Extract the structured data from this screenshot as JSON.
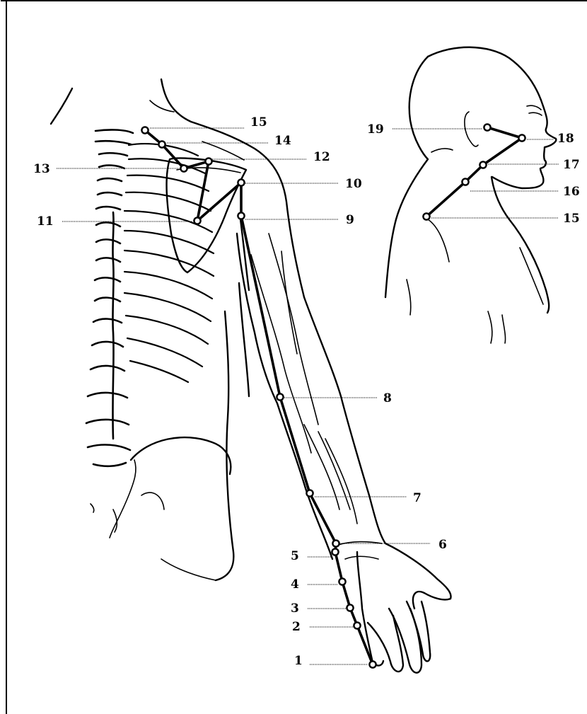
{
  "diagram": {
    "points": [
      {
        "label": "1"
      },
      {
        "label": "2"
      },
      {
        "label": "3"
      },
      {
        "label": "4"
      },
      {
        "label": "5"
      },
      {
        "label": "6"
      },
      {
        "label": "7"
      },
      {
        "label": "8"
      },
      {
        "label": "9"
      },
      {
        "label": "10"
      },
      {
        "label": "11"
      },
      {
        "label": "12"
      },
      {
        "label": "13"
      },
      {
        "label": "14"
      },
      {
        "label": "15"
      },
      {
        "label": "15"
      },
      {
        "label": "16"
      },
      {
        "label": "17"
      },
      {
        "label": "18"
      },
      {
        "label": "19"
      }
    ]
  }
}
